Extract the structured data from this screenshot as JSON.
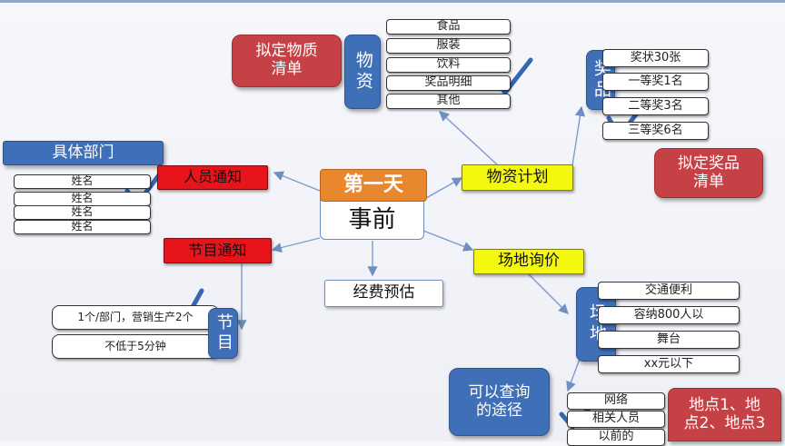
{
  "center": {
    "day": "第一天",
    "title": "事前"
  },
  "supplies": {
    "branch": "物资计划",
    "materials_label": "物资",
    "materials": [
      "食品",
      "服装",
      "饮料",
      "奖品明细",
      "其他"
    ],
    "materials_note": "拟定物质\n清单",
    "prizes_label": "奖品",
    "prizes": [
      "奖状30张",
      "一等奖1名",
      "二等奖3名",
      "三等奖6名"
    ],
    "prizes_note": "拟定奖品\n清单"
  },
  "staff": {
    "branch": "人员通知",
    "dept_header": "具体部门",
    "names": [
      "姓名",
      "姓名",
      "姓名",
      "姓名"
    ]
  },
  "program": {
    "branch": "节目通知",
    "label": "节目",
    "rules": [
      "1个/部门，营销生产2个",
      "不低于5分钟"
    ]
  },
  "budget": {
    "branch": "经费预估"
  },
  "venue": {
    "branch": "场地询价",
    "label": "场地",
    "requirements": [
      "交通便利",
      "容纳800人以",
      "舞台",
      "xx元以下"
    ],
    "query_label": "可以查询\n的途径",
    "channels": [
      "网络",
      "相关人员",
      "以前的"
    ],
    "locations": "地点1、地\n点2、地点3"
  },
  "colors": {
    "blue": "#3f6fb6",
    "red": "#c64145",
    "yellow": "#f4f80e",
    "orange": "#e8872e",
    "check": "#3466b4"
  }
}
